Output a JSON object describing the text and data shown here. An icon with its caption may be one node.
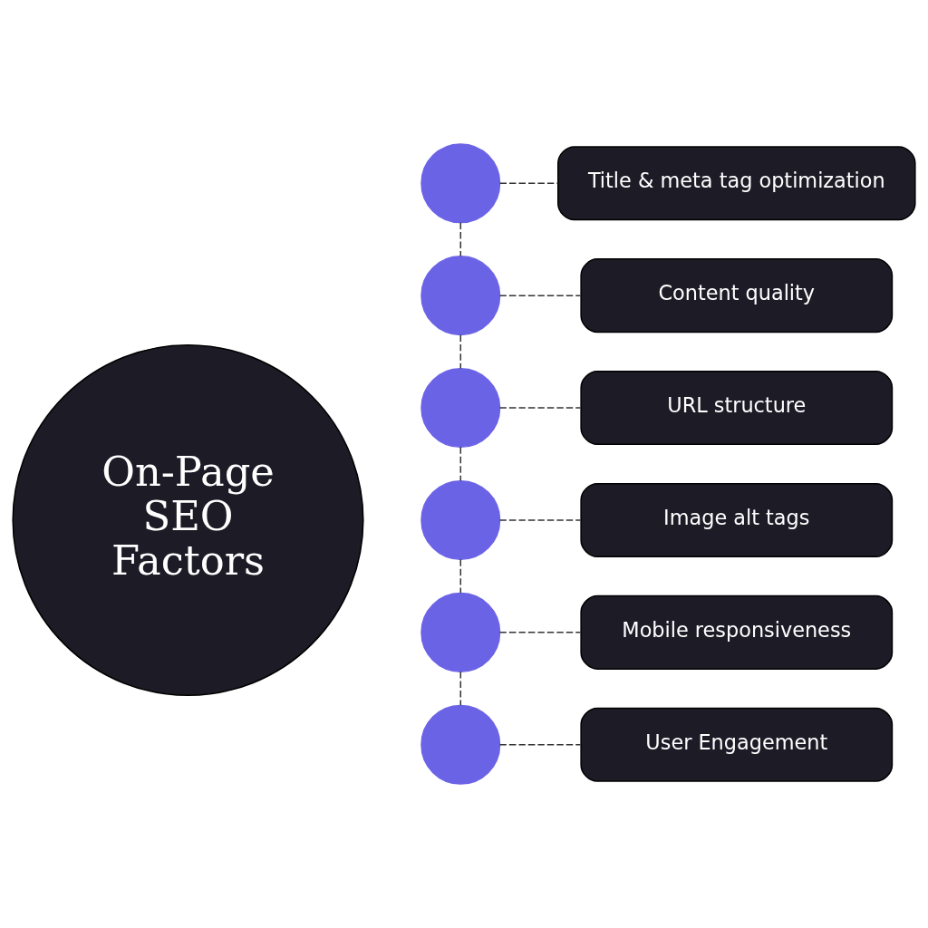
{
  "diagram": {
    "nodes": [
      {
        "text": [
          "On-Page SEO Factors"
        ]
      },
      {
        "text": [],
        "shape": "circle"
      },
      {
        "text": [
          "Title & meta tag optimization"
        ]
      },
      {
        "text": [],
        "shape": "circle"
      },
      {
        "text": [
          "Content quality"
        ]
      },
      {
        "text": [],
        "shape": "circle"
      },
      {
        "text": [
          "URL structure"
        ]
      },
      {
        "text": [],
        "shape": "circle"
      },
      {
        "text": [
          "Image alt tags"
        ]
      },
      {
        "text": [],
        "shape": "circle"
      },
      {
        "text": [
          "Mobile responsiveness"
        ]
      },
      {
        "text": [],
        "shape": "circle"
      },
      {
        "text": [
          "User Engagement"
        ]
      }
    ],
    "edges": [
      {
        "from": 1,
        "to": 2,
        "arrow": "none",
        "style": "dashed"
      },
      {
        "from": 3,
        "to": 4,
        "arrow": "none",
        "style": "dashed"
      },
      {
        "from": 5,
        "to": 6,
        "arrow": "none",
        "style": "dashed"
      },
      {
        "from": 7,
        "to": 8,
        "arrow": "none",
        "style": "dashed"
      },
      {
        "from": 9,
        "to": 10,
        "arrow": "none",
        "style": "dashed"
      },
      {
        "from": 11,
        "to": 12,
        "arrow": "none",
        "style": "dashed"
      },
      {
        "from": 1,
        "to": 3,
        "arrow": "none",
        "style": "dashed"
      },
      {
        "from": 3,
        "to": 5,
        "arrow": "none",
        "style": "dashed"
      },
      {
        "from": 5,
        "to": 7,
        "arrow": "none",
        "style": "dashed"
      },
      {
        "from": 7,
        "to": 9,
        "arrow": "none",
        "style": "dashed"
      },
      {
        "from": 9,
        "to": 11,
        "arrow": "none",
        "style": "dashed"
      }
    ]
  }
}
